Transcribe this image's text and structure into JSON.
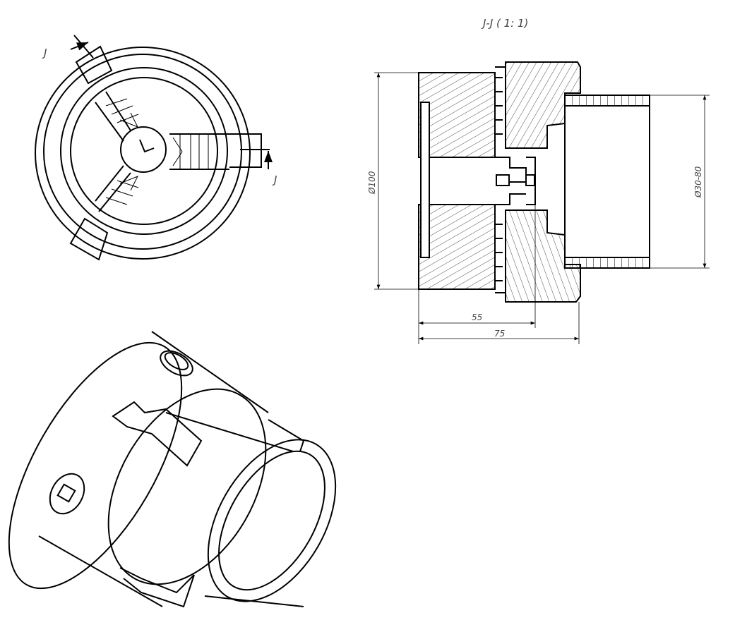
{
  "section_view": {
    "title": "J-J ( 1: 1)",
    "dim_outer_diameter": "Ø100",
    "dim_grip_range": "Ø30-80",
    "dim_body_length": "55",
    "dim_total_length": "75"
  },
  "front_view": {
    "section_label_top": "J",
    "section_label_right": "J"
  }
}
